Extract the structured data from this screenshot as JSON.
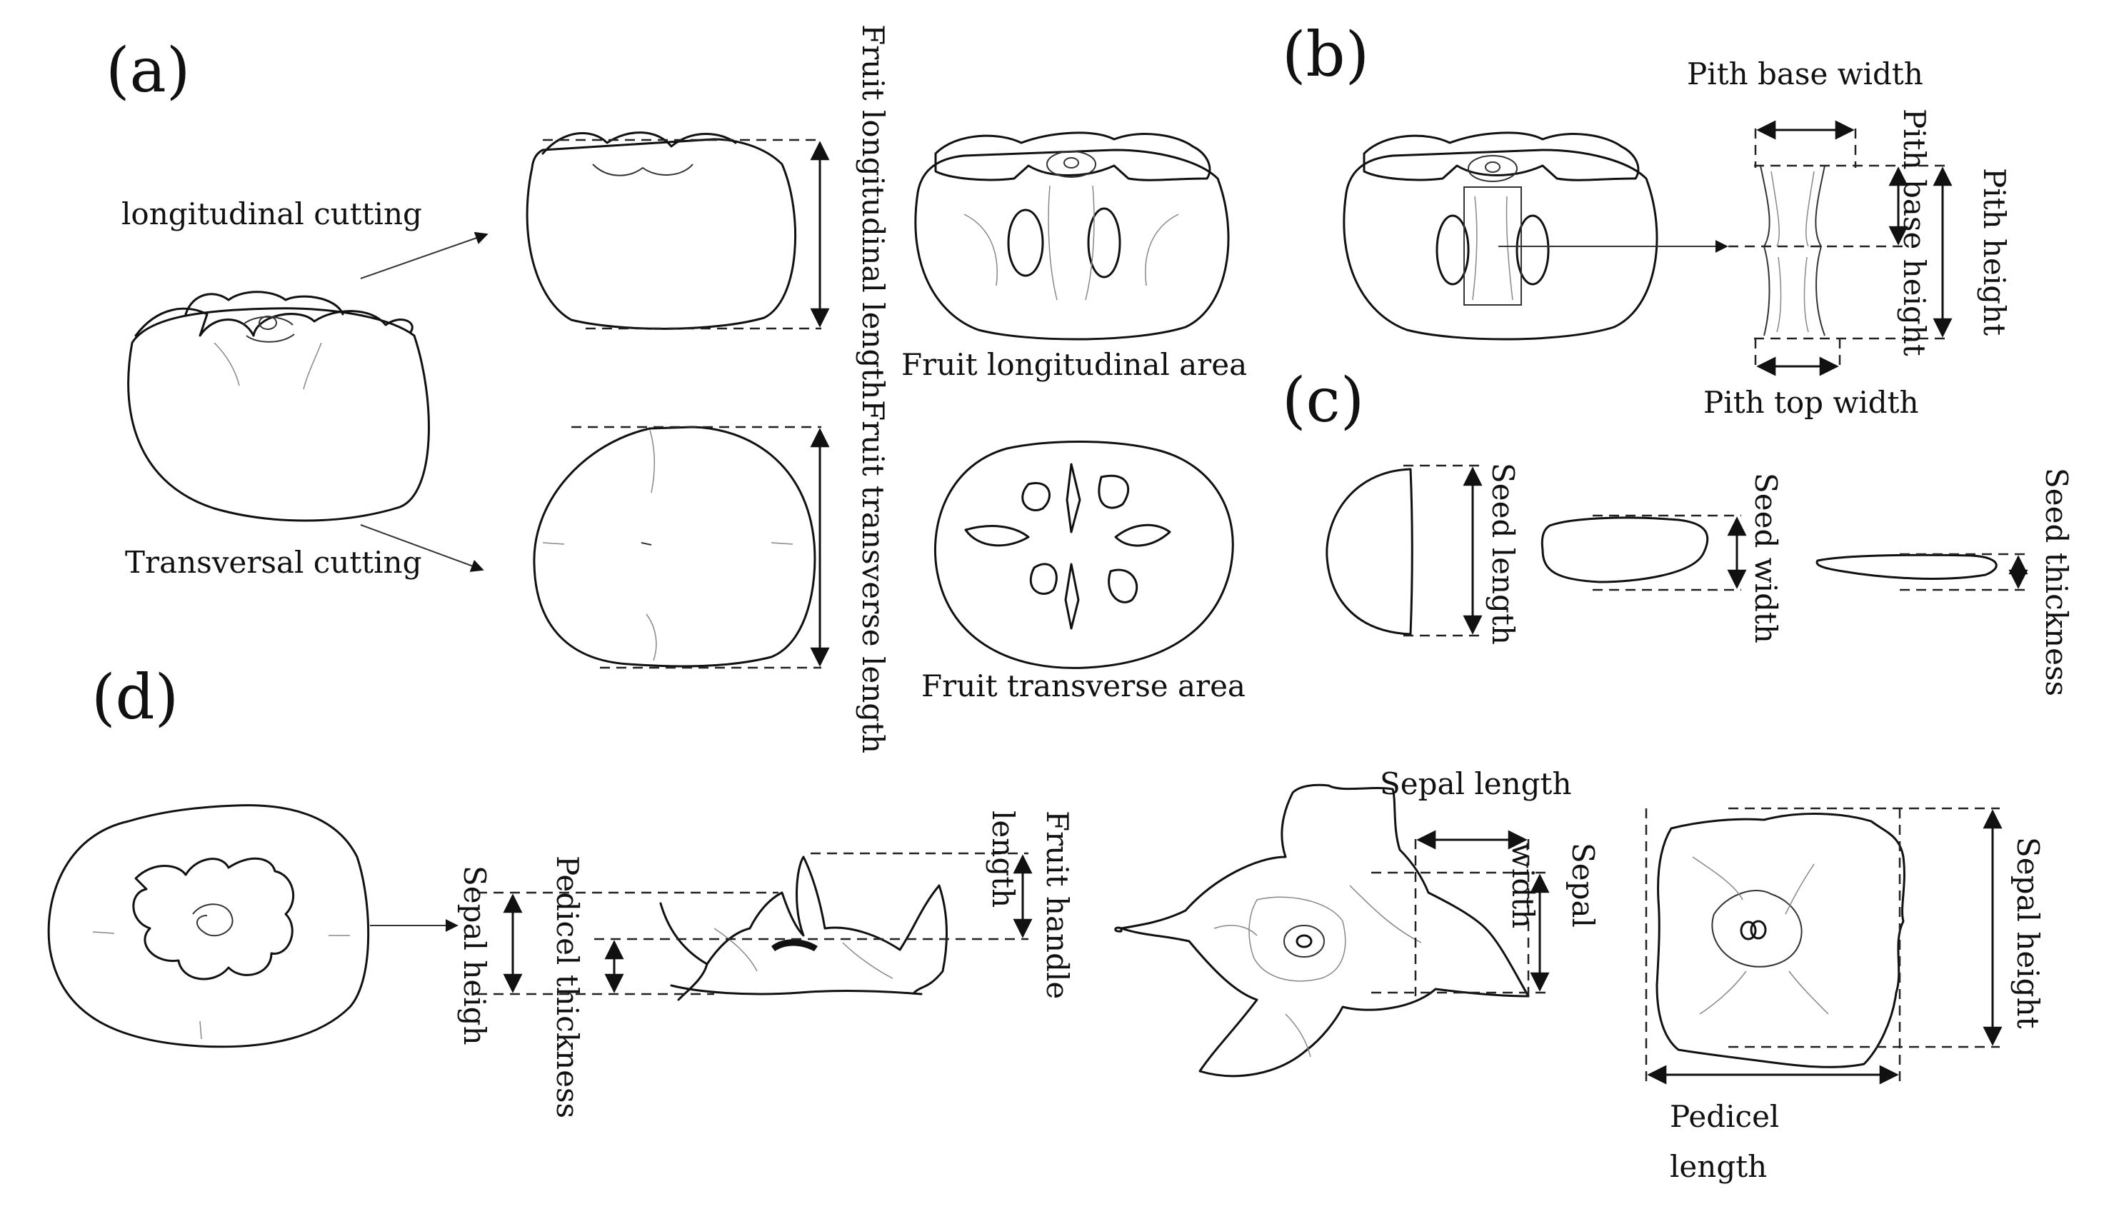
{
  "panels": {
    "a": "(a)",
    "b": "(b)",
    "c": "(c)",
    "d": "(d)"
  },
  "labels_a": {
    "longitudinal_cutting": "longitudinal cutting",
    "transversal_cutting": "Transversal cutting",
    "fruit_longitudinal_length": "Fruit longitudinal length",
    "fruit_longitudinal_area": "Fruit longitudinal area",
    "fruit_transverse_length": "Fruit transverse length",
    "fruit_transverse_area": "Fruit transverse area"
  },
  "labels_b": {
    "pith_base_width": "Pith base width",
    "pith_base_height": "Pith base height",
    "pith_height": "Pith height",
    "pith_top_width": "Pith top width"
  },
  "labels_c": {
    "seed_length": "Seed length",
    "seed_width": "Seed width",
    "seed_thickness": "Seed thickness"
  },
  "labels_d": {
    "sepal_heigh": "Sepal heigh",
    "pedicel_thickness": "Pedicel thickness",
    "fruit_handle": "Fruit  handle",
    "length": "length",
    "sepal_length": "Sepal length",
    "sepal": "Sepal",
    "width": "width",
    "sepal_height": "Sepal height",
    "pedicel": "Pedicel",
    "pedicel_length_word": "length"
  }
}
